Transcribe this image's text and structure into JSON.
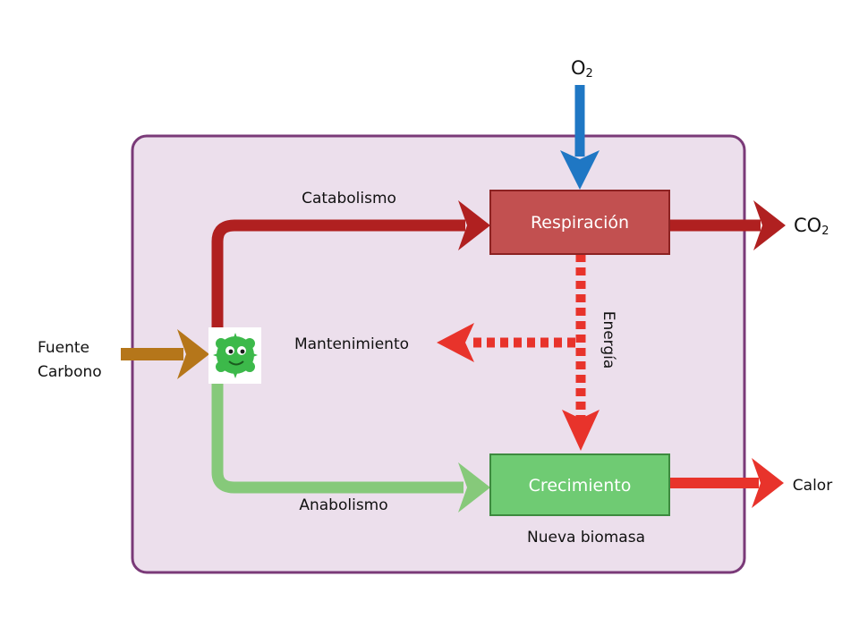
{
  "labels": {
    "source_line1": "Fuente",
    "source_line2": "Carbono",
    "catabolism": "Catabolismo",
    "anabolism": "Anabolismo",
    "maintenance": "Mantenimiento",
    "energy": "Energía",
    "new_biomass": "Nueva biomasa",
    "heat": "Calor"
  },
  "boxes": {
    "respiration": "Respiración",
    "growth": "Crecimiento"
  },
  "chemicals": {
    "oxygen": "O",
    "oxygen_sub": "2",
    "co2": "CO",
    "co2_sub": "2"
  },
  "colors": {
    "panel_fill": "#ecdfec",
    "panel_stroke": "#7a3a78",
    "catabolism_red": "#b02020",
    "respiration_box": "#c25050",
    "growth_box": "#6fcb73",
    "anabolism_green": "#86c97a",
    "energy_red": "#e8332b",
    "source_brown": "#b5761a",
    "oxygen_blue": "#1f77c4",
    "microbe_green": "#3cb94a"
  },
  "icons": {
    "microbe": "microbe-icon"
  }
}
